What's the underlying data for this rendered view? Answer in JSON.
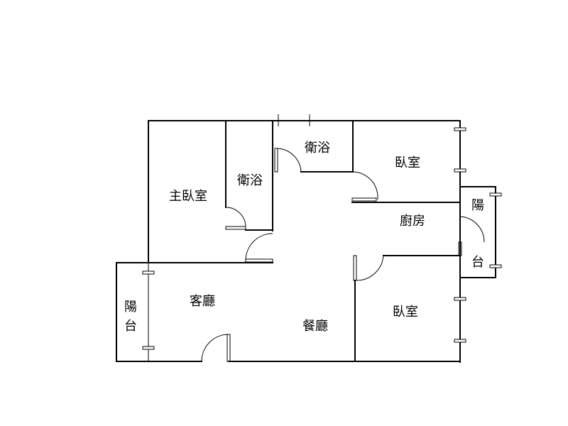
{
  "rooms": {
    "master_bedroom": "主臥室",
    "bath_left": "衛浴",
    "bath_top": "衛浴",
    "bedroom_top": "臥室",
    "kitchen": "廚房",
    "balcony_right_1": "陽",
    "balcony_right_2": "台",
    "living_room": "客廳",
    "dining_room": "餐廳",
    "bedroom_bottom": "臥室",
    "balcony_left_1": "陽",
    "balcony_left_2": "台"
  }
}
